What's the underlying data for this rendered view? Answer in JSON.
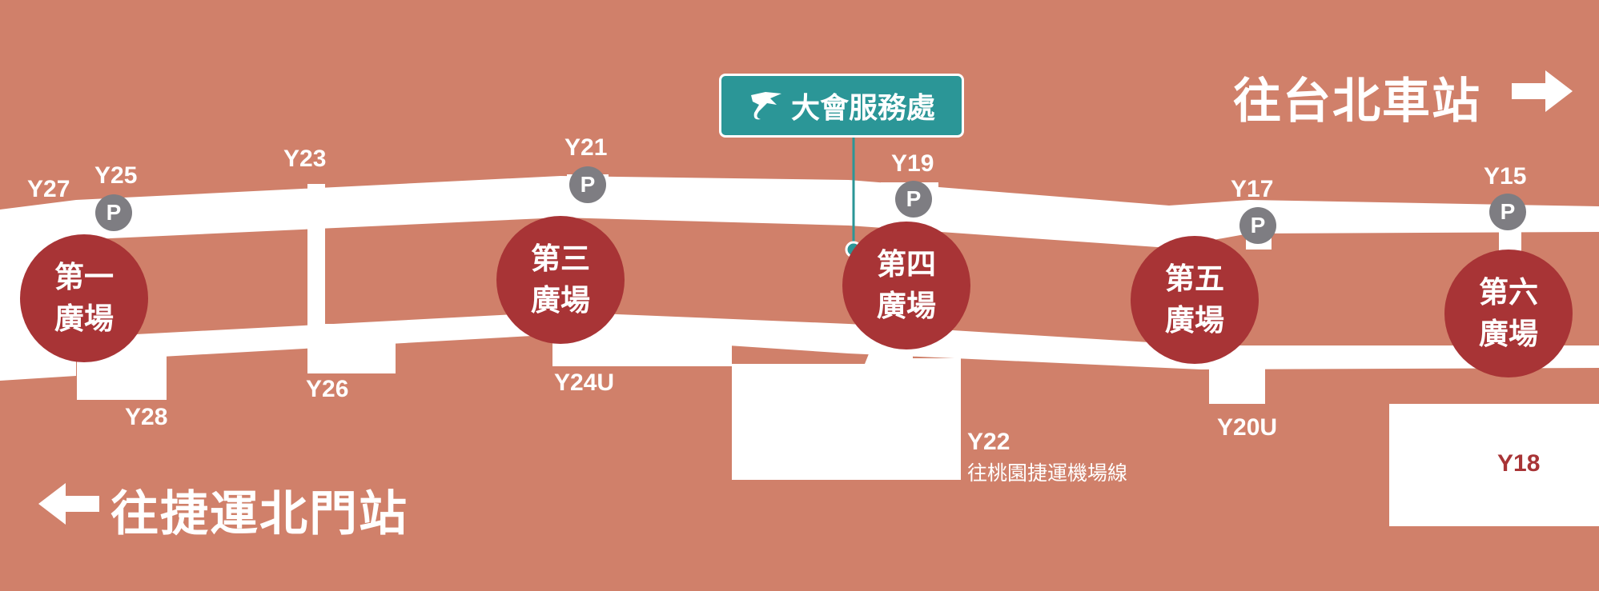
{
  "colors": {
    "background": "#d0806a",
    "corridor": "#ffffff",
    "plaza": "#a83436",
    "parking": "#7e7d82",
    "service": "#2b9697"
  },
  "directions": {
    "right": "往台北車站",
    "left": "往捷運北門站"
  },
  "plazas": [
    {
      "line1": "第一",
      "line2": "廣場"
    },
    {
      "line1": "第三",
      "line2": "廣場"
    },
    {
      "line1": "第四",
      "line2": "廣場"
    },
    {
      "line1": "第五",
      "line2": "廣場"
    },
    {
      "line1": "第六",
      "line2": "廣場"
    }
  ],
  "parking_label": "P",
  "service_center": {
    "label": "大會服務處",
    "icon": "dragon-logo-icon"
  },
  "exits": {
    "y27": "Y27",
    "y25": "Y25",
    "y23": "Y23",
    "y21": "Y21",
    "y19": "Y19",
    "y17": "Y17",
    "y15": "Y15",
    "y28": "Y28",
    "y26": "Y26",
    "y24u": "Y24U",
    "y22": "Y22",
    "y22_note": "往桃園捷運機場線",
    "y20u": "Y20U",
    "y18": "Y18"
  }
}
